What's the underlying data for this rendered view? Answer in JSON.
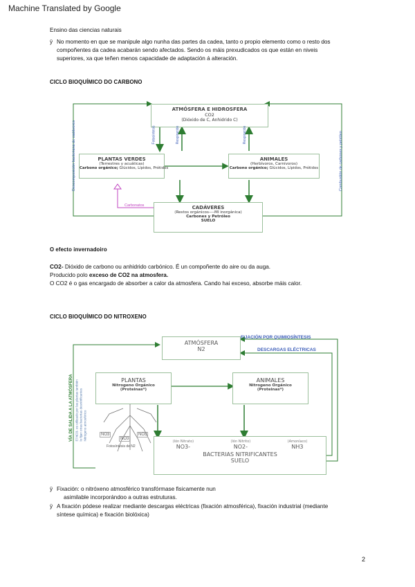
{
  "header": "Machine Translated by Google",
  "course": "Ensino das ciencias naturais",
  "intro_bullet_mark": "ÿ",
  "intro": [
    "No momento en que se manipule algo nunha das partes da cadea, tanto o propio elemento como o resto dos",
    "compoñentes da cadea acabarán sendo afectados. Sendo os máis prexudicados os que están en niveis",
    "superiores, xa que teñen menos capacidade de adaptación á alteración."
  ],
  "carbon_heading": "CICLO BIOQUÍMICO DO CARBONO",
  "carbon_diagram": {
    "atm": {
      "title": "ATMÓSFERA E HIDROSFERA",
      "l1": "CO2",
      "l2": "(Dióxido de C, Anhidrido C)"
    },
    "plants": {
      "title": "PLANTAS VERDES",
      "l1": "(Terrestres y acuáticas)",
      "l2b": "Carbono orgánico;",
      "l2": " Glúcidos, Lípidos, Prótidos"
    },
    "animals": {
      "title": "ANIMALES",
      "l1": "(Herbívoros, Carnívoros)",
      "l2b": "Carbono orgánico;",
      "l2": " Glúcidos, Lípidos, Prótidos"
    },
    "cad": {
      "title": "CADÁVERES",
      "l1": "(Restos orgánicos----MI inorgánica)",
      "l2": "Carbones y Petróleo",
      "l3": "SUELO"
    },
    "left_side": "Descomposición bacteriana de cadáveres",
    "right_side": "Combustión de carbones y petróleo",
    "fotosintesis": "Fotosíntesis",
    "respiracion1": "Respiración",
    "respiracion2": "Respiración",
    "carbonatos": "Carbonatos"
  },
  "greenhouse_heading": "O efecto invernadoiro",
  "greenhouse": {
    "co2_label": "CO2-",
    "co2_text": " Dióxido de carbono ou anhidrido carbónico. É un compoñente do aire ou da auga.",
    "produced_prefix": "Producido polo ",
    "produced_bold": "exceso de CO2 na atmosfera.",
    "absorb": "O CO2 é o gas encargado de absorber a calor da atmosfera. Cando hai exceso, absorbe máis calor."
  },
  "nitrogen_heading": "CICLO BIOQUÍMICO DO NITROXENO",
  "nitrogen_diagram": {
    "atm": {
      "title": "ATMÓSFERA",
      "l1": "N2"
    },
    "fix_chem": "FIJACIÓN POR QUIMIOSÍNTESIS",
    "descargas": "DESCARGAS ELÉCTRICAS",
    "plants": {
      "title": "PLANTAS",
      "l1": "Nitrogeno Orgánico",
      "l2": "(Proteinas*)"
    },
    "animals": {
      "title": "ANIMALES",
      "l1": "Nitrogeno Orgánico",
      "l2": "(Proteinas*)"
    },
    "left_side": "VÍA DE SALIDA A LA ATMÓSFERA",
    "left_side2": "El NO3- es utilizado por las plantas también",
    "left_side3": "lo fijan otras bacterias desnitrificantes",
    "left_side4": "Nitrógeno atmosférico",
    "bact": {
      "title": "BACTERIAS NITRIFICANTES",
      "l1": "SUELO"
    },
    "ions": [
      {
        "label": "(Ión Nitrato)",
        "sym": "NO3-"
      },
      {
        "label": "(Ión Nitrito)",
        "sym": "NO2-"
      },
      {
        "label": "(Amoníaco)",
        "sym": "NH3"
      }
    ],
    "no3a": "NO3",
    "no3b": "NO3",
    "no3c": "NO3",
    "photo": "Fotosíntesis de N2"
  },
  "bullets2": [
    {
      "mark": "ÿ",
      "l1": "Fixación: o nitróxeno atmosférico transfórmase fisicamente nun",
      "l2": "asimilable incorporándoo a outras estruturas."
    },
    {
      "mark": "ÿ",
      "l1": "A fixación pódese realizar mediante descargas eléctricas (fixación atmosférica), fixación industrial (mediante",
      "l2": "síntese química) e fixación biolóxica)"
    }
  ],
  "page_number": "2",
  "colors": {
    "green": "#2e7d32",
    "box_border": "#9bbf9b",
    "blue": "#3b5cb8",
    "pink": "#c044c0",
    "nblue": "#6a86b8"
  }
}
